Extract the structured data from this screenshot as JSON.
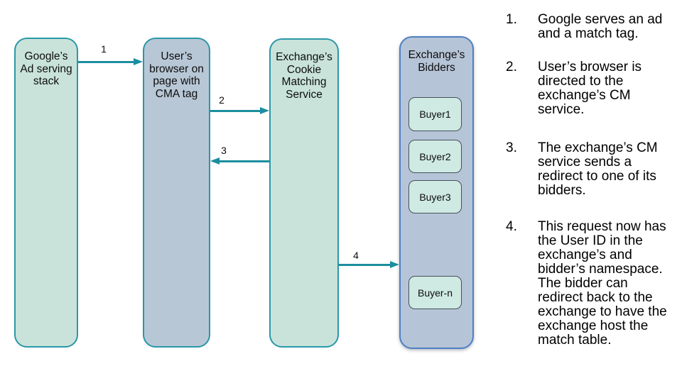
{
  "diagram": {
    "lanes": [
      {
        "id": "google-ad-stack",
        "label": "Google’s\nAd serving\nstack"
      },
      {
        "id": "user-browser",
        "label": "User’s\nbrowser on\npage with\nCMA tag"
      },
      {
        "id": "cookie-matching-service",
        "label": "Exchange’s\nCookie\nMatching\nService"
      },
      {
        "id": "exchange-bidders",
        "label": "Exchange’s\nBidders"
      }
    ],
    "buyers": [
      "Buyer1",
      "Buyer2",
      "Buyer3",
      "Buyer-n"
    ],
    "arrows": [
      {
        "label": "1",
        "from": "google-ad-stack",
        "to": "user-browser"
      },
      {
        "label": "2",
        "from": "user-browser",
        "to": "cookie-matching-service"
      },
      {
        "label": "3",
        "from": "cookie-matching-service",
        "to": "user-browser"
      },
      {
        "label": "4",
        "from": "cookie-matching-service",
        "to": "exchange-bidders"
      }
    ],
    "colors": {
      "lane_green_fill": "#c9e3db",
      "lane_blue_fill": "#b8c7d6",
      "lane_teal_border": "#2b97a7",
      "bidders_fill": "#b6c4d7",
      "bidders_border": "#4d80c2",
      "buyer_fill": "#cfe9e3",
      "buyer_border": "#45525a",
      "arrow": "#1b8e9f",
      "text": "#000000",
      "background": "#ffffff"
    }
  },
  "steps": [
    {
      "number": "1.",
      "text": "Google serves an ad\nand a match tag."
    },
    {
      "number": "2.",
      "text": "User’s browser is\ndirected to the\nexchange’s CM\nservice."
    },
    {
      "number": "3.",
      "text": "The exchange’s CM\nservice sends a\nredirect to one of its\nbidders."
    },
    {
      "number": "4.",
      "text": "This request now has\nthe User ID in the\nexchange’s and\nbidder’s namespace.\nThe bidder can\nredirect back to the\nexchange to have the\nexchange host the\nmatch table."
    }
  ]
}
